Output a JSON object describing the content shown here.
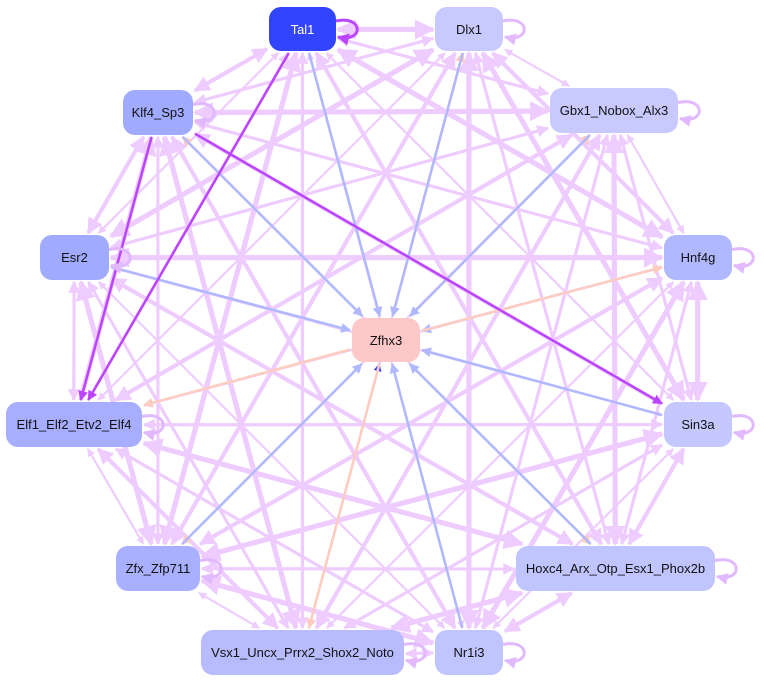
{
  "nodes": [
    {
      "id": "Tal1",
      "label": "Tal1",
      "color": "#3344ff",
      "text": "#ffffff"
    },
    {
      "id": "Dlx1",
      "label": "Dlx1",
      "color": "#c8caff",
      "text": "#111111"
    },
    {
      "id": "Klf4_Sp3",
      "label": "Klf4_Sp3",
      "color": "#a0aaff",
      "text": "#111111"
    },
    {
      "id": "Gbx1_Nobox_Alx3",
      "label": "Gbx1_Nobox_Alx3",
      "color": "#c8caff",
      "text": "#111111"
    },
    {
      "id": "Esr2",
      "label": "Esr2",
      "color": "#a0aaff",
      "text": "#111111"
    },
    {
      "id": "Hnf4g",
      "label": "Hnf4g",
      "color": "#b0b8ff",
      "text": "#111111"
    },
    {
      "id": "Zfhx3",
      "label": "Zfhx3",
      "color": "#ffc8c8",
      "text": "#111111"
    },
    {
      "id": "Elf1_Elf2_Etv2_Elf4",
      "label": "Elf1_Elf2_Etv2_Elf4",
      "color": "#a8aeff",
      "text": "#111111"
    },
    {
      "id": "Sin3a",
      "label": "Sin3a",
      "color": "#c4c8ff",
      "text": "#111111"
    },
    {
      "id": "Zfx_Zfp711",
      "label": "Zfx_Zfp711",
      "color": "#a8b0ff",
      "text": "#111111"
    },
    {
      "id": "Hoxc4_Arx_Otp_Esx1_Phox2b",
      "label": "Hoxc4_Arx_Otp_Esx1_Phox2b",
      "color": "#c0c4ff",
      "text": "#111111"
    },
    {
      "id": "Vsx1_Uncx_Prrx2_Shox2_Noto",
      "label": "Vsx1_Uncx_Prrx2_Shox2_Noto",
      "color": "#b8bcff",
      "text": "#111111"
    },
    {
      "id": "Nr1i3",
      "label": "Nr1i3",
      "color": "#c0c4ff",
      "text": "#111111"
    }
  ],
  "colors": {
    "default_edge": "#eeccff",
    "purple_edge": "#bb44ff",
    "blue_edge": "#b0b8ff",
    "peach_edge": "#ffccc0",
    "dark_blue_edge": "#3344ff"
  },
  "special_edges": [
    {
      "from": "Tal1",
      "to": "Zfhx3",
      "kind": "blue_edge"
    },
    {
      "from": "Zfhx3",
      "to": "Dlx1",
      "kind": "peach_edge"
    },
    {
      "from": "Dlx1",
      "to": "Zfhx3",
      "kind": "blue_edge"
    },
    {
      "from": "Zfhx3",
      "to": "Klf4_Sp3",
      "kind": "peach_edge"
    },
    {
      "from": "Klf4_Sp3",
      "to": "Zfhx3",
      "kind": "blue_edge"
    },
    {
      "from": "Zfhx3",
      "to": "Gbx1_Nobox_Alx3",
      "kind": "peach_edge"
    },
    {
      "from": "Gbx1_Nobox_Alx3",
      "to": "Zfhx3",
      "kind": "blue_edge"
    },
    {
      "from": "Hnf4g",
      "to": "Zfhx3",
      "kind": "blue_edge"
    },
    {
      "from": "Zfhx3",
      "to": "Hnf4g",
      "kind": "peach_edge"
    },
    {
      "from": "Esr2",
      "to": "Zfhx3",
      "kind": "blue_edge"
    },
    {
      "from": "Zfhx3",
      "to": "Elf1_Elf2_Etv2_Elf4",
      "kind": "peach_edge"
    },
    {
      "from": "Sin3a",
      "to": "Zfhx3",
      "kind": "blue_edge"
    },
    {
      "from": "Zfhx3",
      "to": "Zfx_Zfp711",
      "kind": "peach_edge"
    },
    {
      "from": "Zfx_Zfp711",
      "to": "Zfhx3",
      "kind": "blue_edge"
    },
    {
      "from": "Zfhx3",
      "to": "Hoxc4_Arx_Otp_Esx1_Phox2b",
      "kind": "peach_edge"
    },
    {
      "from": "Hoxc4_Arx_Otp_Esx1_Phox2b",
      "to": "Zfhx3",
      "kind": "blue_edge"
    },
    {
      "from": "Vsx1_Uncx_Prrx2_Shox2_Noto",
      "to": "Zfhx3",
      "kind": "dark_blue_edge"
    },
    {
      "from": "Zfhx3",
      "to": "Vsx1_Uncx_Prrx2_Shox2_Noto",
      "kind": "peach_edge"
    },
    {
      "from": "Nr1i3",
      "to": "Zfhx3",
      "kind": "blue_edge"
    },
    {
      "from": "Klf4_Sp3",
      "to": "Elf1_Elf2_Etv2_Elf4",
      "kind": "purple_edge"
    },
    {
      "from": "Klf4_Sp3",
      "to": "Sin3a",
      "kind": "purple_edge"
    },
    {
      "from": "Tal1",
      "to": "Elf1_Elf2_Etv2_Elf4",
      "kind": "purple_edge"
    }
  ]
}
